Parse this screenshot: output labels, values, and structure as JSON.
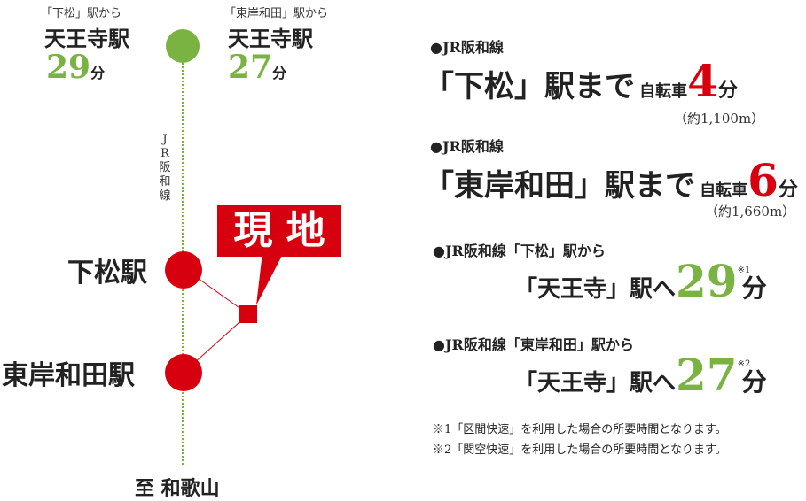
{
  "map": {
    "origins": [
      {
        "from": "「下松」駅から",
        "dest": "天王寺駅",
        "minutes": "29",
        "unit": "分"
      },
      {
        "from": "「東岸和田」駅から",
        "dest": "天王寺駅",
        "minutes": "27",
        "unit": "分"
      }
    ],
    "line_name_chars": [
      "J",
      "R",
      "阪",
      "和",
      "線"
    ],
    "stations": [
      "下松駅",
      "東岸和田駅"
    ],
    "site_label": "現 地",
    "bottom_label": "至 和歌山",
    "colors": {
      "line": "#7ab342",
      "station": "#d7000f",
      "site": "#d7000f"
    }
  },
  "info": {
    "bike": [
      {
        "line": "●JR阪和線",
        "dest": "「下松」駅まで",
        "mode": "自転車",
        "minutes": "4",
        "unit": "分",
        "distance": "（約1,100m）"
      },
      {
        "line": "●JR阪和線",
        "dest": "「東岸和田」駅まで",
        "mode": "自転車",
        "minutes": "6",
        "unit": "分",
        "distance": "（約1,660m）"
      }
    ],
    "train": [
      {
        "from": "●JR阪和線「下松」駅から",
        "dest": "「天王寺」駅へ",
        "minutes": "29",
        "mark": "※1",
        "unit": "分"
      },
      {
        "from": "●JR阪和線「東岸和田」駅から",
        "dest": "「天王寺」駅へ",
        "minutes": "27",
        "mark": "※2",
        "unit": "分"
      }
    ],
    "notes": [
      "※1「区間快速」を利用した場合の所要時間となります。",
      "※2「関空快速」を利用した場合の所要時間となります。"
    ]
  }
}
